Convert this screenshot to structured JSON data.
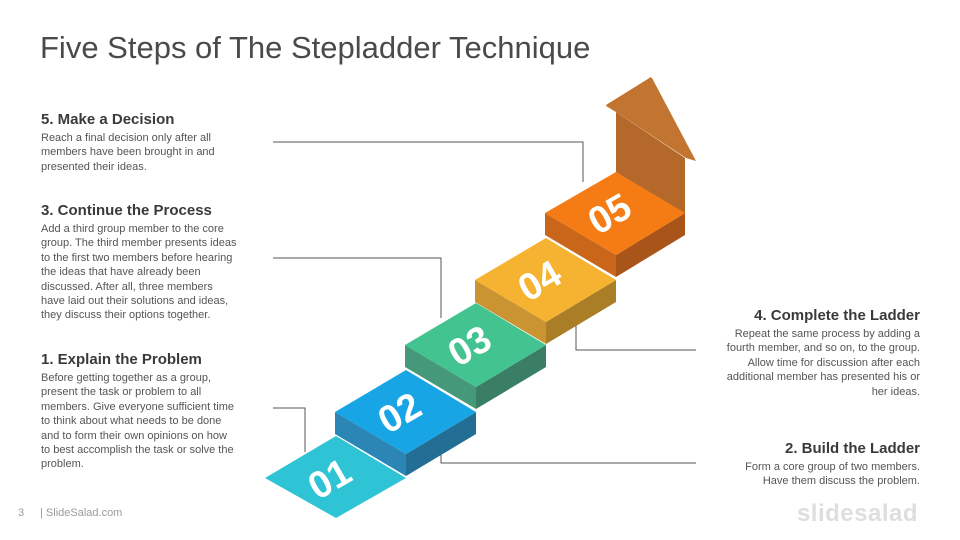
{
  "slide": {
    "title": "Five Steps of The Stepladder Technique",
    "page_number": "3",
    "footer_site": "| SlideSalad.com",
    "brand": "slidesalad"
  },
  "steps": [
    {
      "num": "01",
      "color": "#2ec4d6",
      "title": "1. Explain the Problem",
      "text": "Before getting together as a group,\npresent the task or problem to all\nmembers.  Give everyone sufficient time\nto think about what needs to be done\nand to form their own opinions on how\nto best accomplish the task or solve the\nproblem."
    },
    {
      "num": "02",
      "color": "#17a5e6",
      "title": "2. Build the Ladder",
      "text": "Form a core group of two members.\nHave them discuss the problem."
    },
    {
      "num": "03",
      "color": "#43c390",
      "title": "3. Continue the Process",
      "text": "Add a third group member to the core\ngroup. The third member presents  ideas\nto the first two members before hearing\nthe ideas that have already been\ndiscussed.  After all, three members\nhave laid out their solutions and ideas,\nthey discuss their options together."
    },
    {
      "num": "04",
      "color": "#f6b331",
      "title": "4. Complete the Ladder",
      "text": "Repeat the same process  by adding a\nfourth member, and so on, to the group.\nAllow time for discussion after each\nadditional member has presented his or\nher ideas."
    },
    {
      "num": "05",
      "color": "#f57c14",
      "title": "5. Make a Decision",
      "text": "Reach a final decision only after all\nmembers  have been brought in and\npresented their ideas."
    }
  ],
  "colors": {
    "arrow": "#c0702a",
    "connector": "#555555",
    "title_text": "#4a4a4a"
  }
}
